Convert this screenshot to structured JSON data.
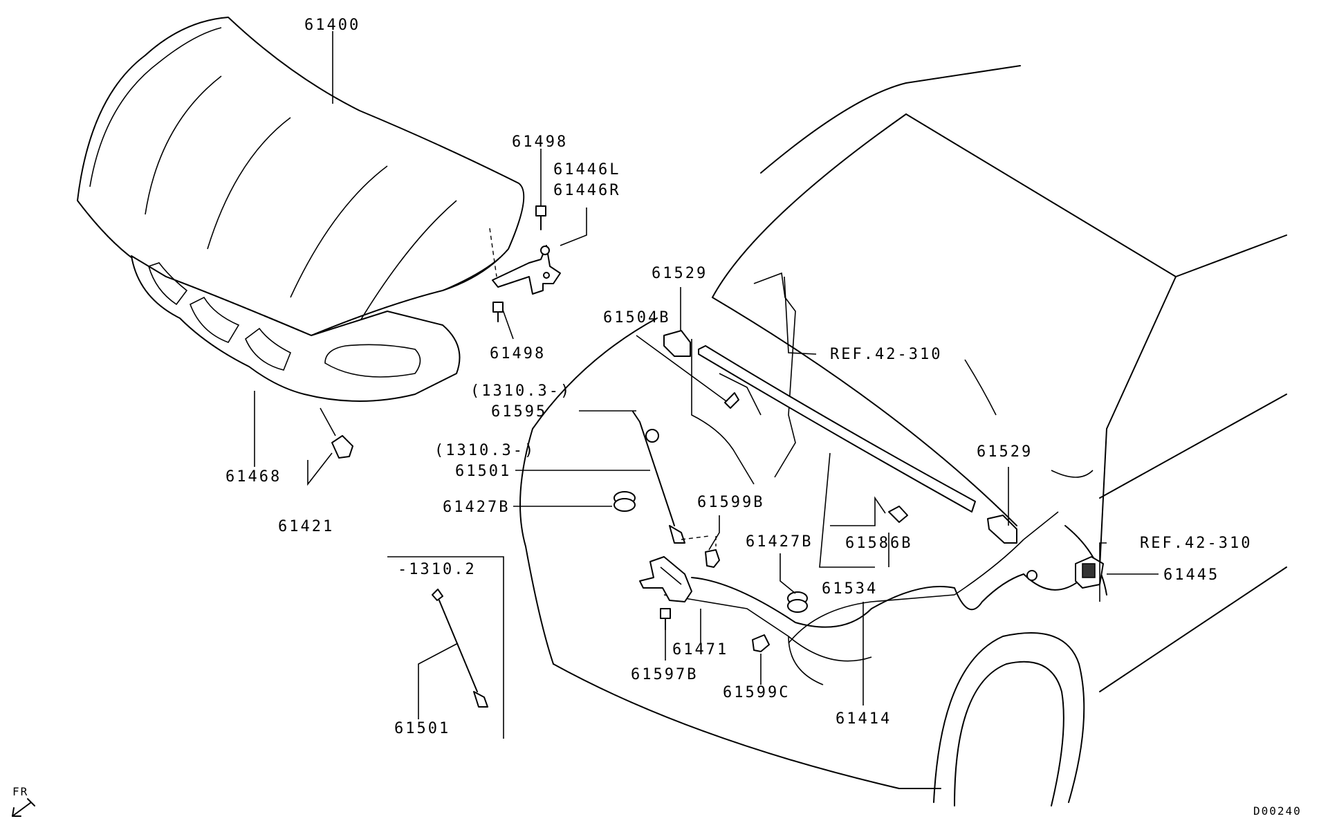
{
  "callouts": [
    {
      "id": "p61400",
      "text": "61400"
    },
    {
      "id": "p61498a",
      "text": "61498"
    },
    {
      "id": "p61446l",
      "text": "61446L"
    },
    {
      "id": "p61446r",
      "text": "61446R"
    },
    {
      "id": "p61498b",
      "text": "61498"
    },
    {
      "id": "p61468",
      "text": "61468"
    },
    {
      "id": "p61421",
      "text": "61421"
    },
    {
      "id": "p61529a",
      "text": "61529"
    },
    {
      "id": "p61504b",
      "text": "61504B"
    },
    {
      "id": "ref1",
      "text": "REF.42-310"
    },
    {
      "id": "note13103a",
      "text": "(1310.3-)"
    },
    {
      "id": "p61595",
      "text": "61595"
    },
    {
      "id": "note13103b",
      "text": "(1310.3-)"
    },
    {
      "id": "p61501a",
      "text": "61501"
    },
    {
      "id": "p61427b1",
      "text": "61427B"
    },
    {
      "id": "p61599b",
      "text": "61599B"
    },
    {
      "id": "p61427b2",
      "text": "61427B"
    },
    {
      "id": "p61586b",
      "text": "61586B"
    },
    {
      "id": "p61529b",
      "text": "61529"
    },
    {
      "id": "ref2",
      "text": "REF.42-310"
    },
    {
      "id": "p61445",
      "text": "61445"
    },
    {
      "id": "p61534",
      "text": "61534"
    },
    {
      "id": "note13102",
      "text": "-1310.2"
    },
    {
      "id": "p61471",
      "text": "61471"
    },
    {
      "id": "p61597b",
      "text": "61597B"
    },
    {
      "id": "p61599c",
      "text": "61599C"
    },
    {
      "id": "p61414",
      "text": "61414"
    },
    {
      "id": "p61501b",
      "text": "61501"
    }
  ],
  "fr_label": "FR",
  "diagram_code": "D00240"
}
